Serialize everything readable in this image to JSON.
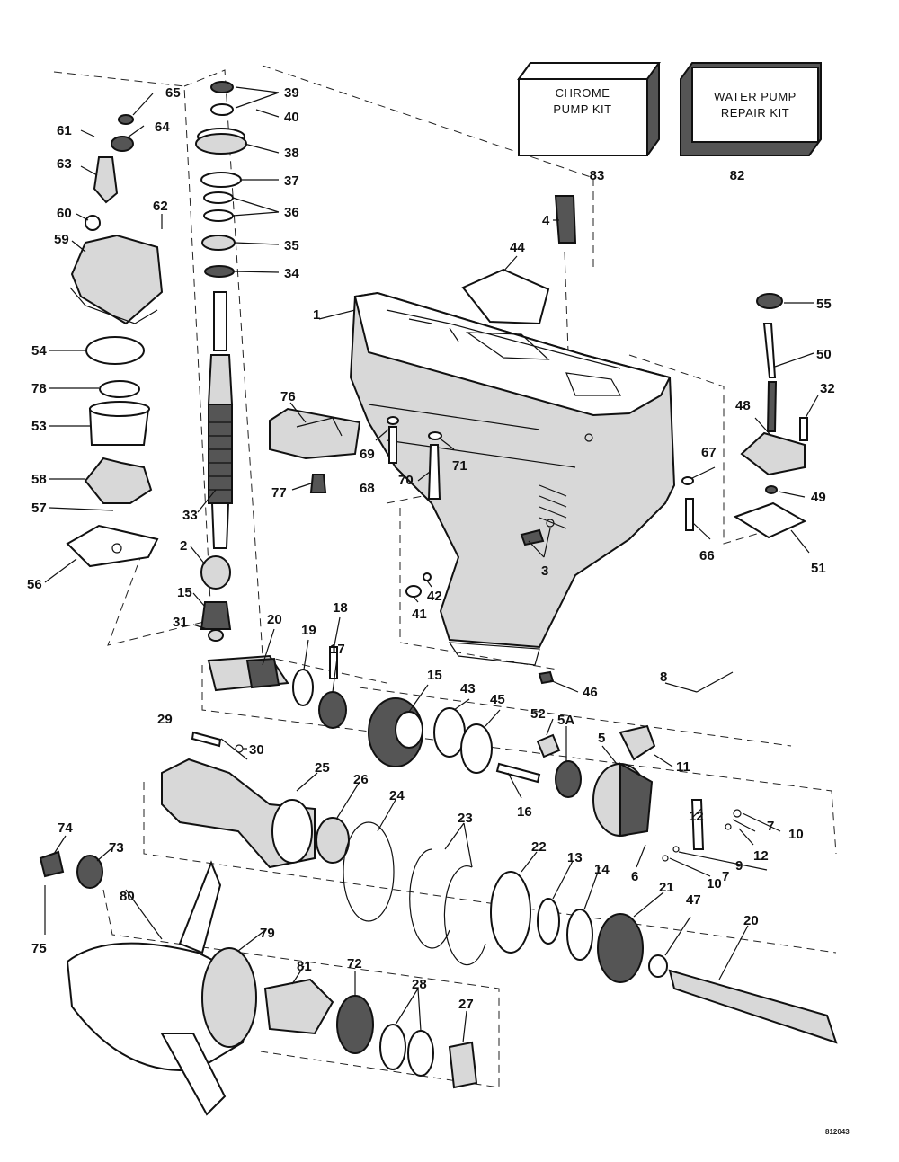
{
  "kits": [
    {
      "id": "chrome-pump-kit",
      "line1": "CHROME",
      "line2": "PUMP KIT",
      "number": "83"
    },
    {
      "id": "water-pump-repair-kit",
      "line1": "WATER PUMP",
      "line2": "REPAIR KIT",
      "number": "82"
    }
  ],
  "callouts": {
    "c1": "1",
    "c2": "2",
    "c3": "3",
    "c4": "4",
    "c5": "5",
    "c5a": "5A",
    "c6": "6",
    "c7a": "7",
    "c7b": "7",
    "c8": "8",
    "c9": "9",
    "c10a": "10",
    "c10b": "10",
    "c11": "11",
    "c12a": "12",
    "c12b": "12",
    "c13": "13",
    "c14": "14",
    "c15a": "15",
    "c15b": "15",
    "c16": "16",
    "c17": "17",
    "c18": "18",
    "c19": "19",
    "c20a": "20",
    "c20b": "20",
    "c21": "21",
    "c22": "22",
    "c23": "23",
    "c24": "24",
    "c25": "25",
    "c26": "26",
    "c27": "27",
    "c28": "28",
    "c29": "29",
    "c30": "30",
    "c31": "31",
    "c32": "32",
    "c33": "33",
    "c34": "34",
    "c35": "35",
    "c36": "36",
    "c37": "37",
    "c38": "38",
    "c39": "39",
    "c40": "40",
    "c41": "41",
    "c42": "42",
    "c43": "43",
    "c44": "44",
    "c45": "45",
    "c46": "46",
    "c47": "47",
    "c48": "48",
    "c49": "49",
    "c50": "50",
    "c51": "51",
    "c52": "52",
    "c53": "53",
    "c54": "54",
    "c55": "55",
    "c56": "56",
    "c57": "57",
    "c58": "58",
    "c59": "59",
    "c60": "60",
    "c61": "61",
    "c62": "62",
    "c63": "63",
    "c64": "64",
    "c65": "65",
    "c66": "66",
    "c67": "67",
    "c68": "68",
    "c69": "69",
    "c70": "70",
    "c71": "71",
    "c72": "72",
    "c73": "73",
    "c74": "74",
    "c75": "75",
    "c76": "76",
    "c77": "77",
    "c78": "78",
    "c79": "79",
    "c80": "80",
    "c81": "81"
  },
  "drawing_code": "812043"
}
